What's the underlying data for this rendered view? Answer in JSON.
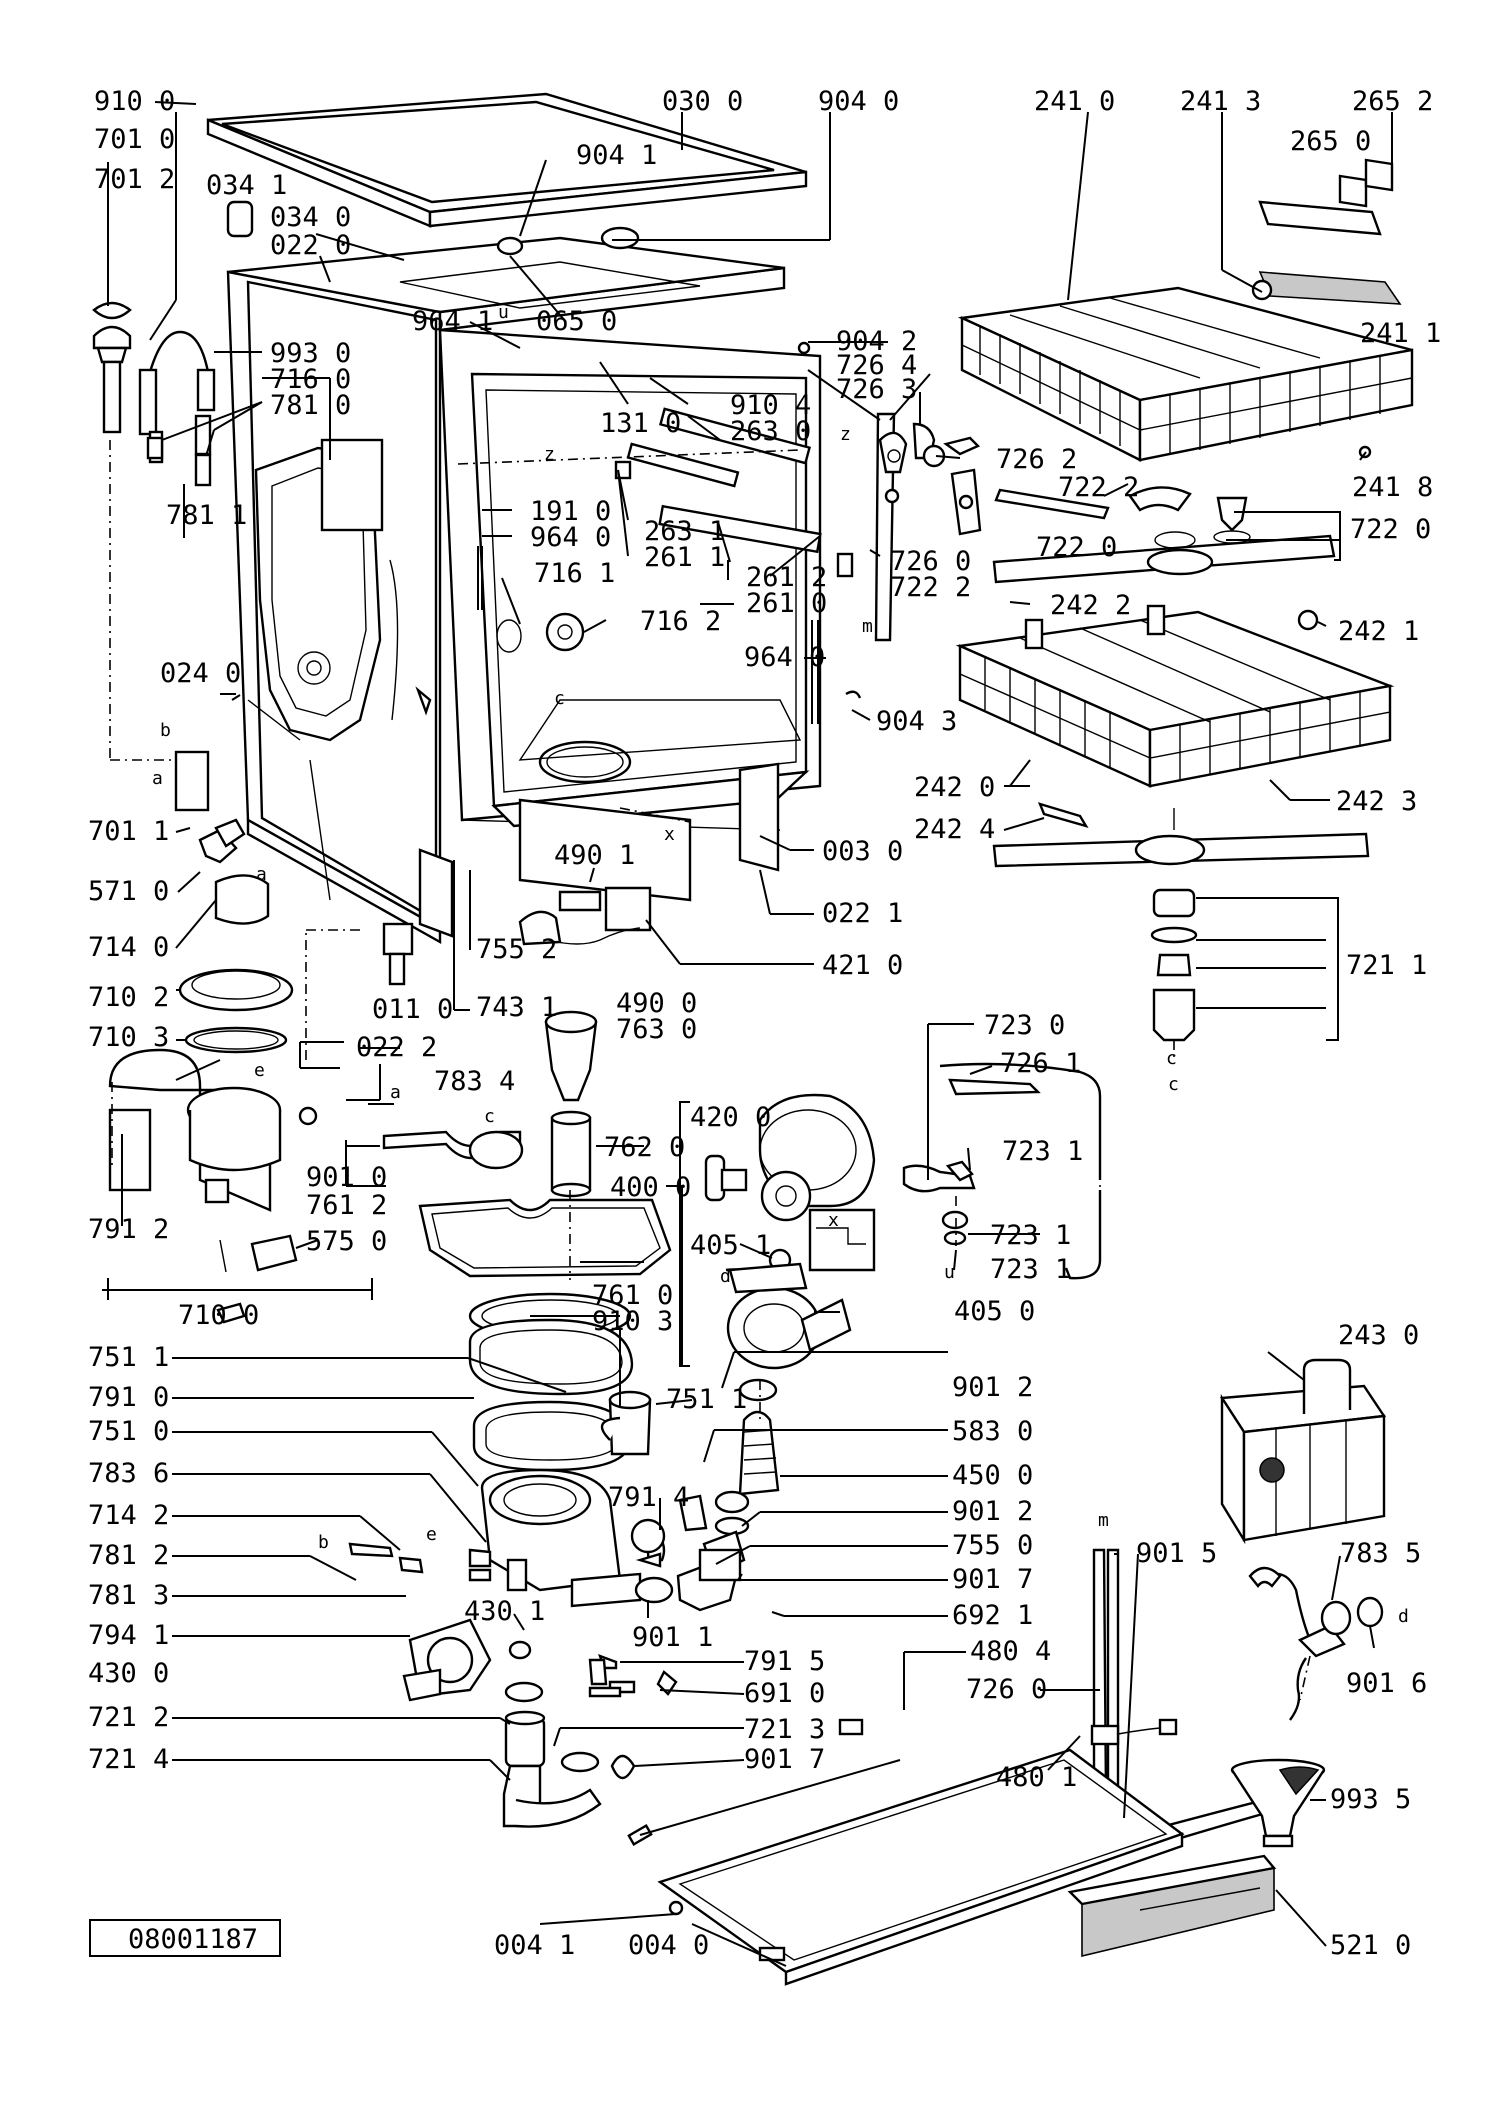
{
  "diagram": {
    "document_number": "08001187",
    "callouts": {
      "c9100": "910 0",
      "c0300": "030 0",
      "c9040": "904 0",
      "c2410": "241 0",
      "c2413": "241 3",
      "c2652": "265 2",
      "c7010": "701 0",
      "c7012": "701 2",
      "c0341": "034 1",
      "c9041": "904 1",
      "c2650": "265 0",
      "c0340": "034 0",
      "c0220": "022 0",
      "c9641": "964 1",
      "c0650": "065 0",
      "c9042": "904 2",
      "c2411": "241 1",
      "c9930": "993 0",
      "c7160": "716 0",
      "c7810": "781 0",
      "c7264": "726 4",
      "c7263": "726 3",
      "c1310": "131 0",
      "c9104": "910 4",
      "c2630": "263 0",
      "c7262": "726 2",
      "c2418": "241 8",
      "c7811": "781 1",
      "c7222a": "722 2",
      "c7220": "722 0",
      "c1910": "191 0",
      "c9640a": "964 0",
      "c2631": "263 1",
      "c2611": "261 1",
      "c7161": "716 1",
      "c2612": "261 2",
      "c7260a": "726 0",
      "c7222b": "722 2",
      "c7222c": "722 0",
      "c2610": "261 0",
      "c7162": "716 2",
      "c2422": "242 2",
      "c2421": "242 1",
      "c9640b": "964 0",
      "c0240": "024 0",
      "c9043": "904 3",
      "c2420": "242 0",
      "c2423": "242 3",
      "c7011": "701 1",
      "c2424": "242 4",
      "c0030": "003 0",
      "c5710": "571 0",
      "c4901a": "490 1",
      "c0221": "022 1",
      "c7140": "714 0",
      "c4210": "421 0",
      "c7552": "755 2",
      "c0110": "011 0",
      "c7102": "710 2",
      "c7431": "743 1",
      "c7211a": "721 1",
      "c4900": "490 0",
      "c7630": "763 0",
      "c7103": "710 3",
      "c0222": "022 2",
      "c7230": "723 0",
      "c7834": "783 4",
      "c7261": "726 1",
      "c4200": "420 0",
      "c7231a": "723 1",
      "c7620": "762 0",
      "c9010": "901 0",
      "c4000": "400 0",
      "c7612": "761 2",
      "c7912": "791 2",
      "c5750": "575 0",
      "c4051": "405 1",
      "c7231b": "723 1",
      "c7231c": "723 1",
      "c7610": "761 0",
      "c9103": "910 3",
      "c4050": "405 0",
      "c7100": "710 0",
      "c2430": "243 0",
      "c7511a": "751 1",
      "c7511b": "751 1",
      "c9012a": "901 2",
      "c7910": "791 0",
      "c5830": "583 0",
      "c7510": "751 0",
      "c4500": "450 0",
      "c7836": "783 6",
      "c7914": "791 4",
      "c9012b": "901 2",
      "c7142": "714 2",
      "c7550": "755 0",
      "c9015": "901 5",
      "c7835": "783 5",
      "c7812": "781 2",
      "c9017a": "901 7",
      "c7813": "781 3",
      "c4301": "430 1",
      "c6921": "692 1",
      "c7941": "794 1",
      "c9011": "901 1",
      "c4804": "480 4",
      "c9016": "901 6",
      "c4300": "430 0",
      "c7915": "791 5",
      "c7260b": "726 0",
      "c6910": "691 0",
      "c7212": "721 2",
      "c7213": "721 3",
      "c7214": "721 4",
      "c9017b": "901 7",
      "c4801": "480 1",
      "c9935": "993 5",
      "c0041": "004 1",
      "c0040": "004 0",
      "c5210": "521 0"
    },
    "letters": {
      "b1": "b",
      "a1": "a",
      "a2": "a",
      "z1": "z",
      "z2": "z",
      "u1": "u",
      "x1": "x",
      "c1": "c",
      "m1": "m",
      "e1": "e",
      "a3": "a",
      "c2": "c",
      "c3": "c",
      "x2": "x",
      "d1": "d",
      "u2": "u",
      "b2": "b",
      "e2": "e",
      "m2": "m",
      "d2": "d",
      "c4": "c"
    }
  }
}
